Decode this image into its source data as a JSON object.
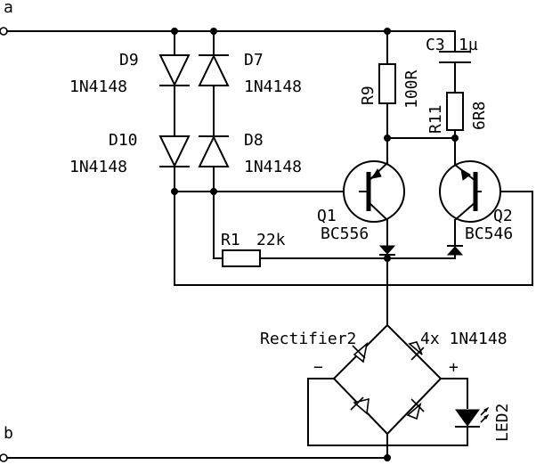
{
  "terminals": {
    "a": "a",
    "b": "b"
  },
  "diodes": {
    "d9": {
      "ref": "D9",
      "value": "1N4148"
    },
    "d7": {
      "ref": "D7",
      "value": "1N4148"
    },
    "d10": {
      "ref": "D10",
      "value": "1N4148"
    },
    "d8": {
      "ref": "D8",
      "value": "1N4148"
    }
  },
  "capacitor": {
    "ref": "C3",
    "value": "1µ"
  },
  "resistors": {
    "r9": {
      "ref": "R9",
      "value": "100R"
    },
    "r11": {
      "ref": "R11",
      "value": "6R8"
    },
    "r1": {
      "ref": "R1",
      "value": "22k"
    }
  },
  "transistors": {
    "q1": {
      "ref": "Q1",
      "value": "BC556"
    },
    "q2": {
      "ref": "Q2",
      "value": "BC546"
    }
  },
  "rectifier": {
    "ref": "Rectifier2",
    "value": "4x 1N4148",
    "minus": "−",
    "plus": "+"
  },
  "led": {
    "ref": "LED2"
  }
}
